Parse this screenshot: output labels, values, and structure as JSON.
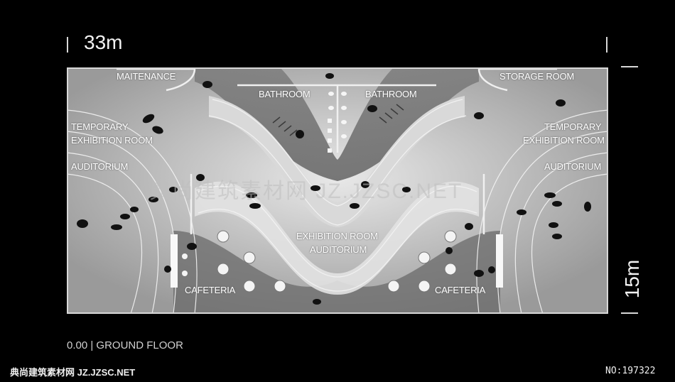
{
  "dimensions": {
    "width": "33m",
    "height": "15m"
  },
  "rooms": {
    "maintenance": "MAITENANCE",
    "storage": "STORAGE ROOM",
    "bathroom_left": "BATHROOM",
    "bathroom_right": "BATHROOM",
    "temp_left_1": "TEMPORARY",
    "temp_left_2": "EXHIBITION ROOM",
    "temp_right_1": "TEMPORARY",
    "temp_right_2": "EXHIBITION ROOM",
    "auditorium_left": "AUDITORIUM",
    "auditorium_right": "AUDITORIUM",
    "center_1": "EXHIBITION ROOM",
    "center_2": "AUDITORIUM",
    "cafeteria_left": "CAFETERIA",
    "cafeteria_right": "CAFETERIA"
  },
  "floor_label": "0.00 | GROUND FLOOR",
  "watermark": {
    "center": "典尚建筑素材网 JZ.JZSC.NET",
    "footer": "典尚建筑素材网 JZ.JZSC.NET",
    "number": "NO:197322"
  },
  "colors": {
    "background": "#000000",
    "plan_light": "#cfcfcf",
    "plan_dark": "#6e6e6e",
    "label": "#ffffff"
  }
}
